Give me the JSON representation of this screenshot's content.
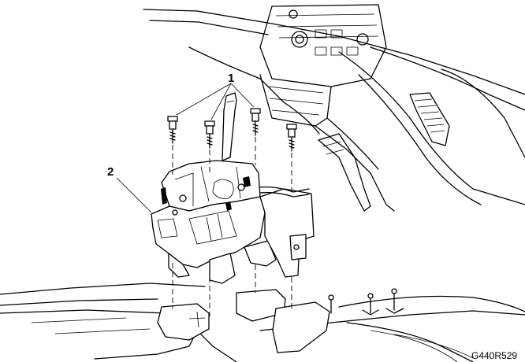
{
  "callouts": [
    {
      "id": "1",
      "label": "1"
    },
    {
      "id": "2",
      "label": "2"
    }
  ],
  "figure_code": "G440R529",
  "colors": {
    "ink": "#000000",
    "paper": "#ffffff"
  },
  "icons": [
    "bolt-icon"
  ]
}
